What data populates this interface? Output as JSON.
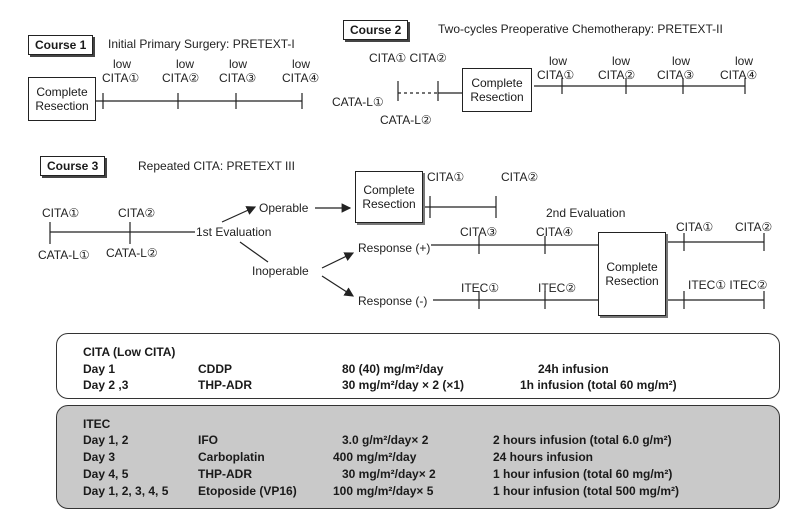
{
  "course1": {
    "badge": "Course 1",
    "title": "Initial Primary  Surgery: PRETEXT-I",
    "box": [
      "Complete",
      "Resection"
    ],
    "low": [
      "low",
      "low",
      "low",
      "low"
    ],
    "cita": [
      "CITA①",
      "CITA②",
      "CITA③",
      "CITA④"
    ]
  },
  "course2": {
    "badge": "Course 2",
    "title": "Two-cycles Preoperative Chemotherapy: PRETEXT-II",
    "cita_top": "CITA① CITA②",
    "cata1": "CATA-L①",
    "cata2": "CATA-L②",
    "box": [
      "Complete",
      "Resection"
    ],
    "low": [
      "low",
      "low",
      "low",
      "low"
    ],
    "cita": [
      "CITA①",
      "CITA②",
      "CITA③",
      "CITA④"
    ]
  },
  "course3": {
    "badge": "Course 3",
    "title": "Repeated  CITA: PRETEXT III",
    "cita1": "CITA①",
    "cita2": "CITA②",
    "cata1": "CATA-L①",
    "cata2": "CATA-L②",
    "first_eval": "1st Evaluation",
    "operable": "Operable",
    "inoperable": "Inoperable",
    "box1": [
      "Complete",
      "Resection"
    ],
    "op_cita1": "CITA①",
    "op_cita2": "CITA②",
    "second_eval": "2nd Evaluation",
    "resp_pos": "Response (+)",
    "resp_neg": "Response (-)",
    "pos_cita3": "CITA③",
    "pos_cita4": "CITA④",
    "neg_itec1": "ITEC①",
    "neg_itec2": "ITEC②",
    "box2": [
      "Complete",
      "Resection"
    ],
    "post_cita1": "CITA①",
    "post_cita2": "CITA②",
    "post_itec": "ITEC① ITEC②"
  },
  "cita_table": {
    "heading": "CITA (Low CITA)",
    "rows": [
      {
        "day": "Day 1",
        "drug": "CDDP",
        "dose": "80 (40)  mg/m²/day",
        "admin": "24h  infusion"
      },
      {
        "day": "Day 2 ,3",
        "drug": "THP-ADR",
        "dose": "30  mg/m²/day × 2 (×1)",
        "admin": "1h  infusion (total 60 mg/m²)"
      }
    ]
  },
  "itec_table": {
    "heading": "ITEC",
    "rows": [
      {
        "day": "Day 1, 2",
        "drug": "IFO",
        "dose": "3.0 g/m²/day× 2",
        "admin": "2 hours infusion (total 6.0 g/m²)"
      },
      {
        "day": "Day 3",
        "drug": "Carboplatin",
        "dose": "400 mg/m²/day",
        "admin": "24 hours infusion"
      },
      {
        "day": "Day 4, 5",
        "drug": "THP-ADR",
        "dose": "30 mg/m²/day× 2",
        "admin": "1 hour  infusion (total 60 mg/m²)"
      },
      {
        "day": "Day 1, 2, 3, 4, 5",
        "drug": "Etoposide (VP16)",
        "dose": "100 mg/m²/day× 5",
        "admin": "1 hour  infusion (total 500 mg/m²)"
      }
    ]
  }
}
